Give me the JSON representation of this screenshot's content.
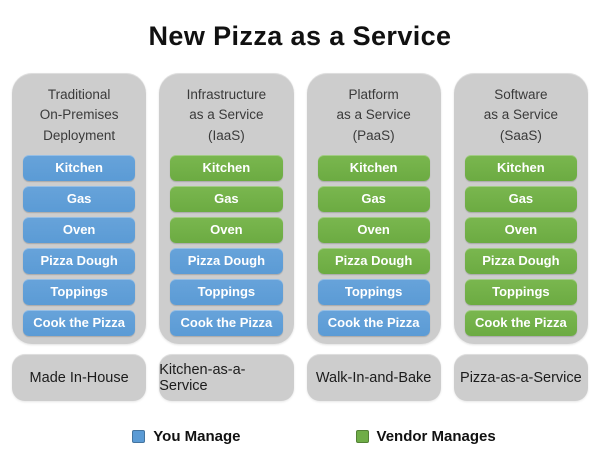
{
  "title": "New Pizza as a Service",
  "colors": {
    "you_manage": "#5b9bd5",
    "vendor_manages": "#6fad47",
    "panel_gray": "#cdcdcd"
  },
  "columns": [
    {
      "heading": "Traditional\nOn-Premises\nDeployment",
      "items": [
        {
          "label": "Kitchen",
          "managed_by": "you"
        },
        {
          "label": "Gas",
          "managed_by": "you"
        },
        {
          "label": "Oven",
          "managed_by": "you"
        },
        {
          "label": "Pizza Dough",
          "managed_by": "you"
        },
        {
          "label": "Toppings",
          "managed_by": "you"
        },
        {
          "label": "Cook the Pizza",
          "managed_by": "you"
        }
      ],
      "footer": "Made In-House"
    },
    {
      "heading": "Infrastructure\nas a Service\n(IaaS)",
      "items": [
        {
          "label": "Kitchen",
          "managed_by": "vendor"
        },
        {
          "label": "Gas",
          "managed_by": "vendor"
        },
        {
          "label": "Oven",
          "managed_by": "vendor"
        },
        {
          "label": "Pizza Dough",
          "managed_by": "you"
        },
        {
          "label": "Toppings",
          "managed_by": "you"
        },
        {
          "label": "Cook the Pizza",
          "managed_by": "you"
        }
      ],
      "footer": "Kitchen-as-a-Service"
    },
    {
      "heading": "Platform\nas a Service\n(PaaS)",
      "items": [
        {
          "label": "Kitchen",
          "managed_by": "vendor"
        },
        {
          "label": "Gas",
          "managed_by": "vendor"
        },
        {
          "label": "Oven",
          "managed_by": "vendor"
        },
        {
          "label": "Pizza Dough",
          "managed_by": "vendor"
        },
        {
          "label": "Toppings",
          "managed_by": "you"
        },
        {
          "label": "Cook the Pizza",
          "managed_by": "you"
        }
      ],
      "footer": "Walk-In-and-Bake"
    },
    {
      "heading": "Software\nas a Service\n(SaaS)",
      "items": [
        {
          "label": "Kitchen",
          "managed_by": "vendor"
        },
        {
          "label": "Gas",
          "managed_by": "vendor"
        },
        {
          "label": "Oven",
          "managed_by": "vendor"
        },
        {
          "label": "Pizza Dough",
          "managed_by": "vendor"
        },
        {
          "label": "Toppings",
          "managed_by": "vendor"
        },
        {
          "label": "Cook the Pizza",
          "managed_by": "vendor"
        }
      ],
      "footer": "Pizza-as-a-Service"
    }
  ],
  "legend": {
    "you": {
      "label": "You Manage",
      "color": "#5b9bd5"
    },
    "vendor": {
      "label": "Vendor Manages",
      "color": "#6fad47"
    }
  }
}
